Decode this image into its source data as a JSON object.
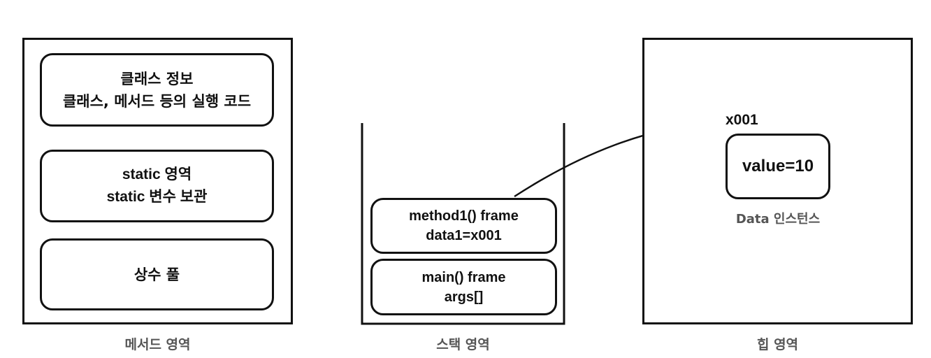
{
  "method_area": {
    "class_info": {
      "line1": "클래스 정보",
      "line2": "클래스, 메서드 등의 실행 코드"
    },
    "static_area": {
      "line1": "static 영역",
      "line2": "static 변수 보관"
    },
    "constant_pool": {
      "line1": "상수 풀"
    },
    "caption": "메서드 영역"
  },
  "stack_area": {
    "frames": [
      {
        "line1": "method1() frame",
        "line2": "data1=x001"
      },
      {
        "line1": "main() frame",
        "line2": "args[]"
      }
    ],
    "caption": "스택 영역"
  },
  "heap_area": {
    "address": "x001",
    "instance_value": "value=10",
    "instance_label": "Data 인스턴스",
    "caption": "힙 영역"
  }
}
